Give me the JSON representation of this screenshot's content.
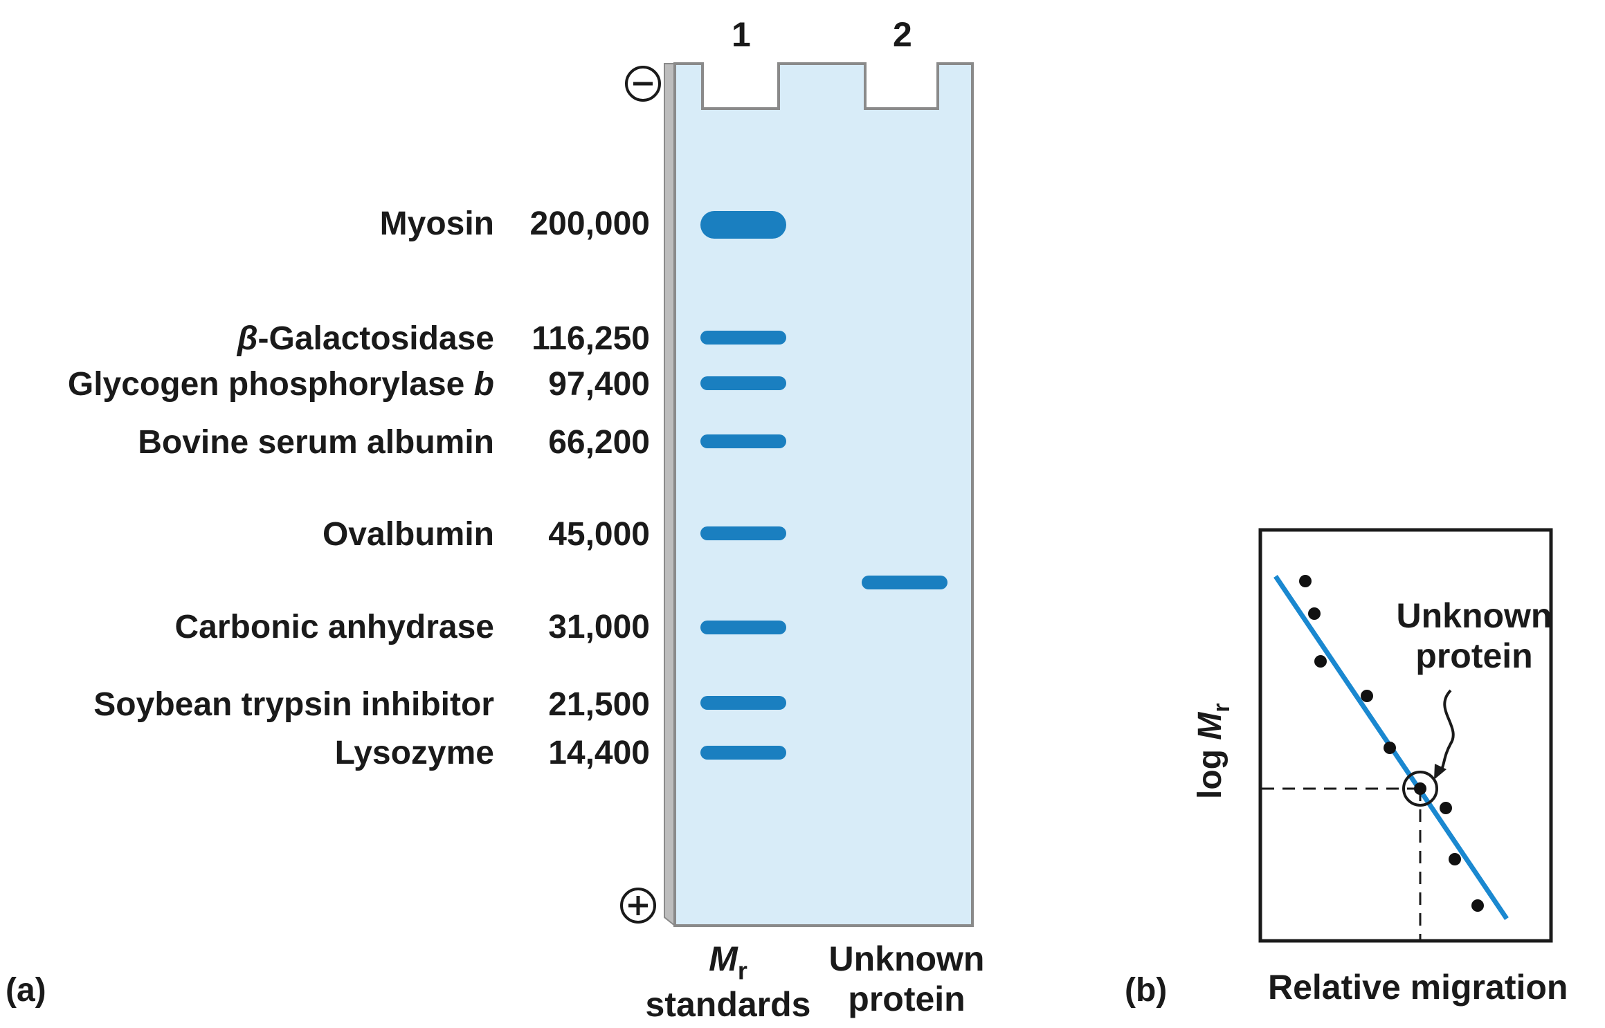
{
  "panel_a": {
    "label": "(a)",
    "lanes": [
      {
        "number": "1",
        "caption_var": "M",
        "caption_sub": "r",
        "caption_line2": "standards"
      },
      {
        "number": "2",
        "caption_line1": "Unknown",
        "caption_line2": "protein"
      }
    ],
    "electrode_top": "−",
    "electrode_bottom": "+",
    "standards": [
      {
        "prefix": "",
        "name": "Myosin",
        "suffix": "",
        "mr": "200,000"
      },
      {
        "prefix": "β",
        "name": "-Galactosidase",
        "suffix": "",
        "mr": "116,250"
      },
      {
        "prefix": "",
        "name": "Glycogen phosphorylase ",
        "suffix": "b",
        "mr": "97,400"
      },
      {
        "prefix": "",
        "name": "Bovine serum albumin",
        "suffix": "",
        "mr": "66,200"
      },
      {
        "prefix": "",
        "name": "Ovalbumin",
        "suffix": "",
        "mr": "45,000"
      },
      {
        "prefix": "",
        "name": "Carbonic anhydrase",
        "suffix": "",
        "mr": "31,000"
      },
      {
        "prefix": "",
        "name": "Soybean trypsin inhibitor",
        "suffix": "",
        "mr": "21,500"
      },
      {
        "prefix": "",
        "name": "Lysozyme",
        "suffix": "",
        "mr": "14,400"
      }
    ],
    "colors": {
      "gel": "#d8ecf8",
      "gel_edge": "#8a8a8a",
      "band": "#1a7fc0",
      "band_dark": "#0d5f99"
    }
  },
  "panel_b": {
    "label": "(b)",
    "x_axis_label": "Relative migration",
    "y_axis_label_prefix": "log ",
    "y_axis_var": "M",
    "y_axis_sub": "r",
    "annotation_line1": "Unknown",
    "annotation_line2": "protein",
    "colors": {
      "line": "#1a88d0",
      "point": "#111111"
    }
  }
}
